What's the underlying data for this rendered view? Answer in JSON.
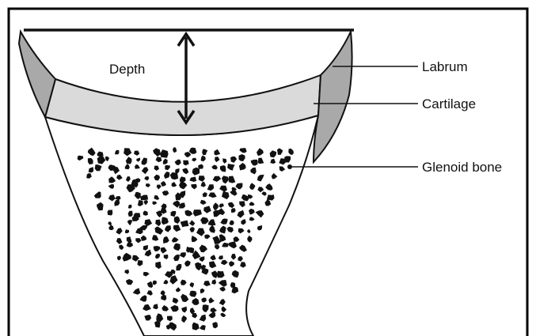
{
  "labels": {
    "depth": "Depth",
    "labrum": "Labrum",
    "cartilage": "Cartilage",
    "glenoid_bone": "Glenoid bone"
  },
  "colors": {
    "frame": "#000000",
    "labrum_fill": "#a9a9a9",
    "cartilage_fill": "#dadada",
    "bone_fill": "#ffffff",
    "trabeculae": "#111111",
    "text": "#111111"
  }
}
